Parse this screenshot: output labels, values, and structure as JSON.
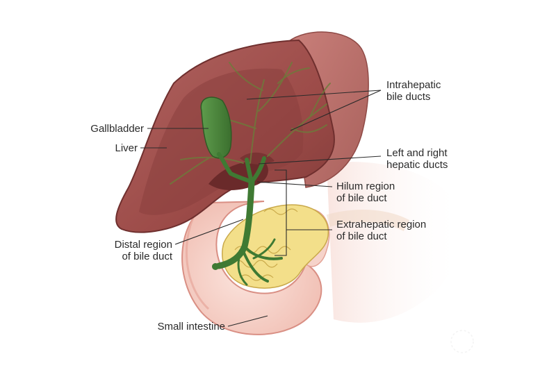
{
  "labels": {
    "gallbladder": "Gallbladder",
    "liver": "Liver",
    "intrahepatic_1": "Intrahepatic",
    "intrahepatic_2": "bile ducts",
    "hepatic_1": "Left and right",
    "hepatic_2": "hepatic ducts",
    "hilum_1": "Hilum region",
    "hilum_2": "of bile duct",
    "extra_1": "Extrahepatic region",
    "extra_2": "of bile duct",
    "distal_1": "Distal region",
    "distal_2": "of bile duct",
    "small_intestine": "Small intestine"
  },
  "colors": {
    "liver": "#9c4b48",
    "liver_dark": "#7a3433",
    "liver_light": "#b86663",
    "duct_green": "#3f7a33",
    "gallbladder": "#4a8a3a",
    "intestine": "#f1c7bd",
    "intestine_edge": "#d98f84",
    "pancreas": "#f3df8a",
    "pancreas_edge": "#c9a94a"
  }
}
